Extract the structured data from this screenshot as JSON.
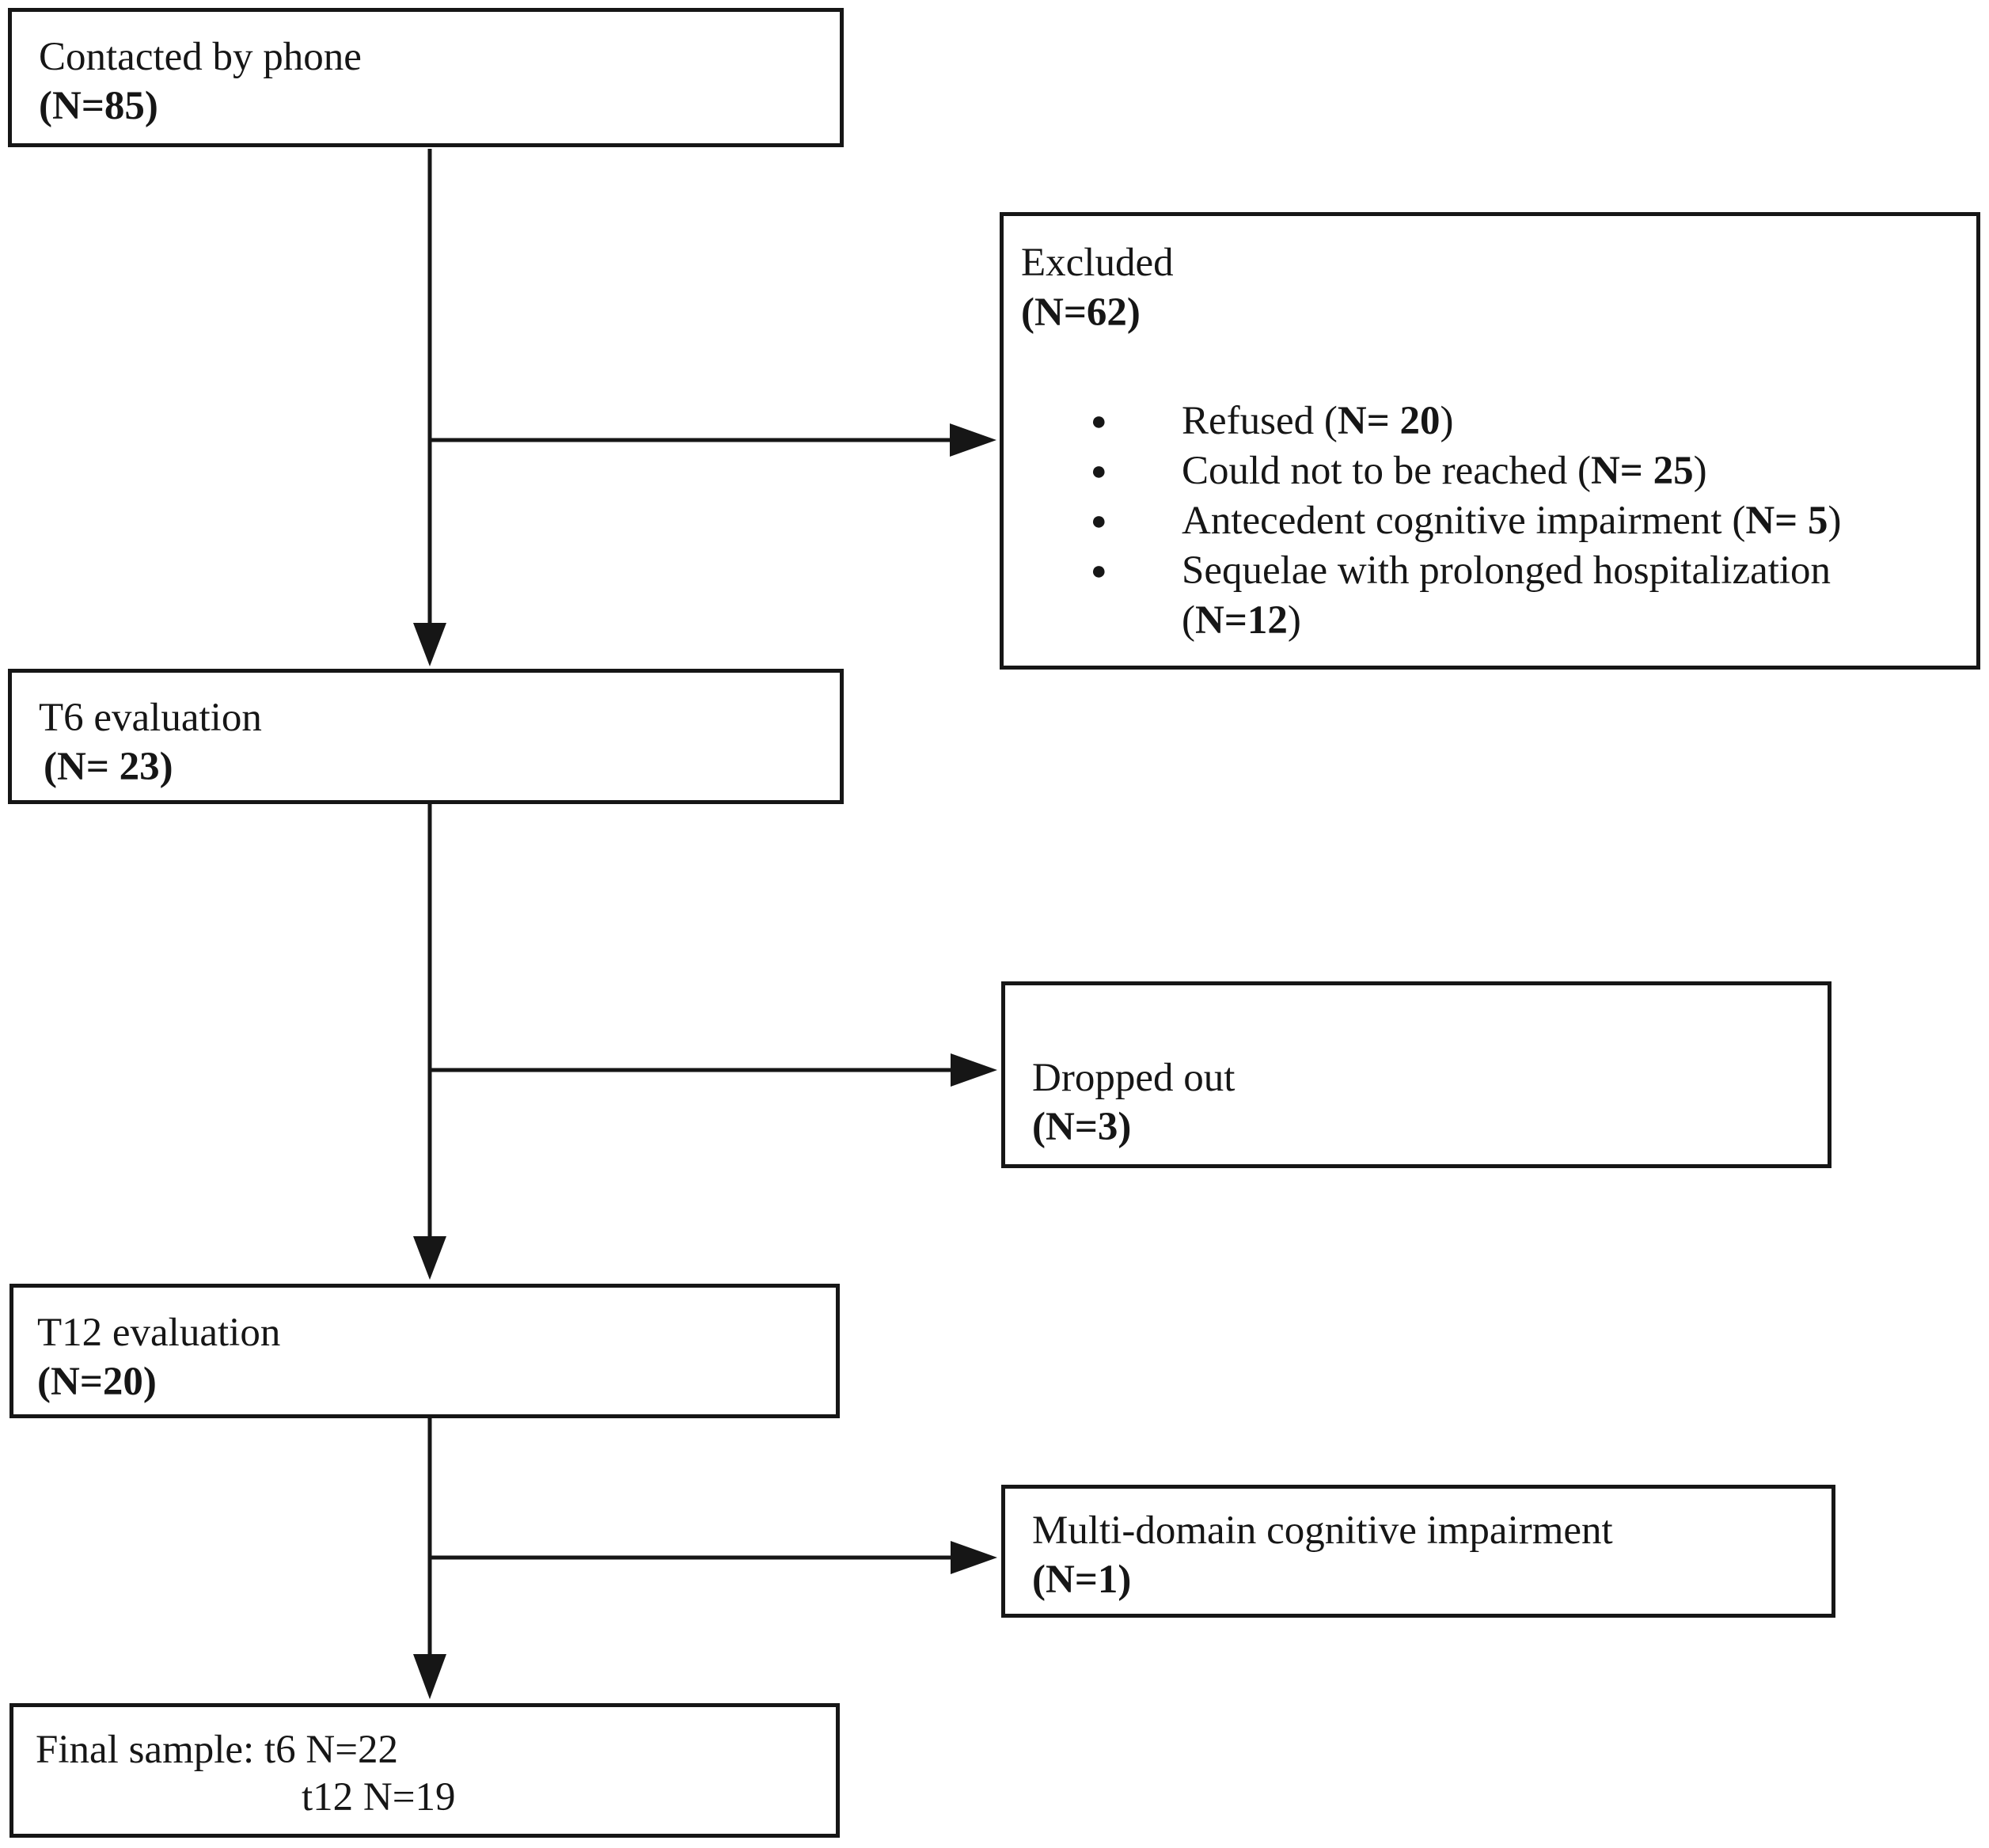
{
  "glyphs": {
    "bullet": "●"
  },
  "colors": {
    "line": "#161616",
    "background": "#ffffff",
    "text": "#161616"
  },
  "boxes": {
    "contacted": {
      "line1": "Contacted by phone",
      "line2": "(N=85)"
    },
    "excluded": {
      "line1": "Excluded",
      "line2": "(N=62)",
      "items": [
        {
          "pre": "Refused (",
          "n": "N= 20",
          "post": ")"
        },
        {
          "pre": "Could not to be reached (",
          "n": "N= 25",
          "post": ")"
        },
        {
          "pre": "Antecedent cognitive impairment (",
          "n": "N= 5",
          "post": ")"
        },
        {
          "pre": "Sequelae with prolonged hospitalization (",
          "n": "N=12",
          "post": ")"
        }
      ]
    },
    "t6": {
      "line1": "T6 evaluation",
      "line2": "(N= 23)"
    },
    "dropped": {
      "line1": "Dropped out",
      "line2": "(N=3)"
    },
    "t12": {
      "line1": "T12 evaluation",
      "line2": "(N=20)"
    },
    "multi": {
      "line1": "Multi-domain cognitive impairment",
      "line2": "(N=1)"
    },
    "final": {
      "line1": "Final sample: t6 N=22",
      "line2": "t12 N=19"
    }
  }
}
